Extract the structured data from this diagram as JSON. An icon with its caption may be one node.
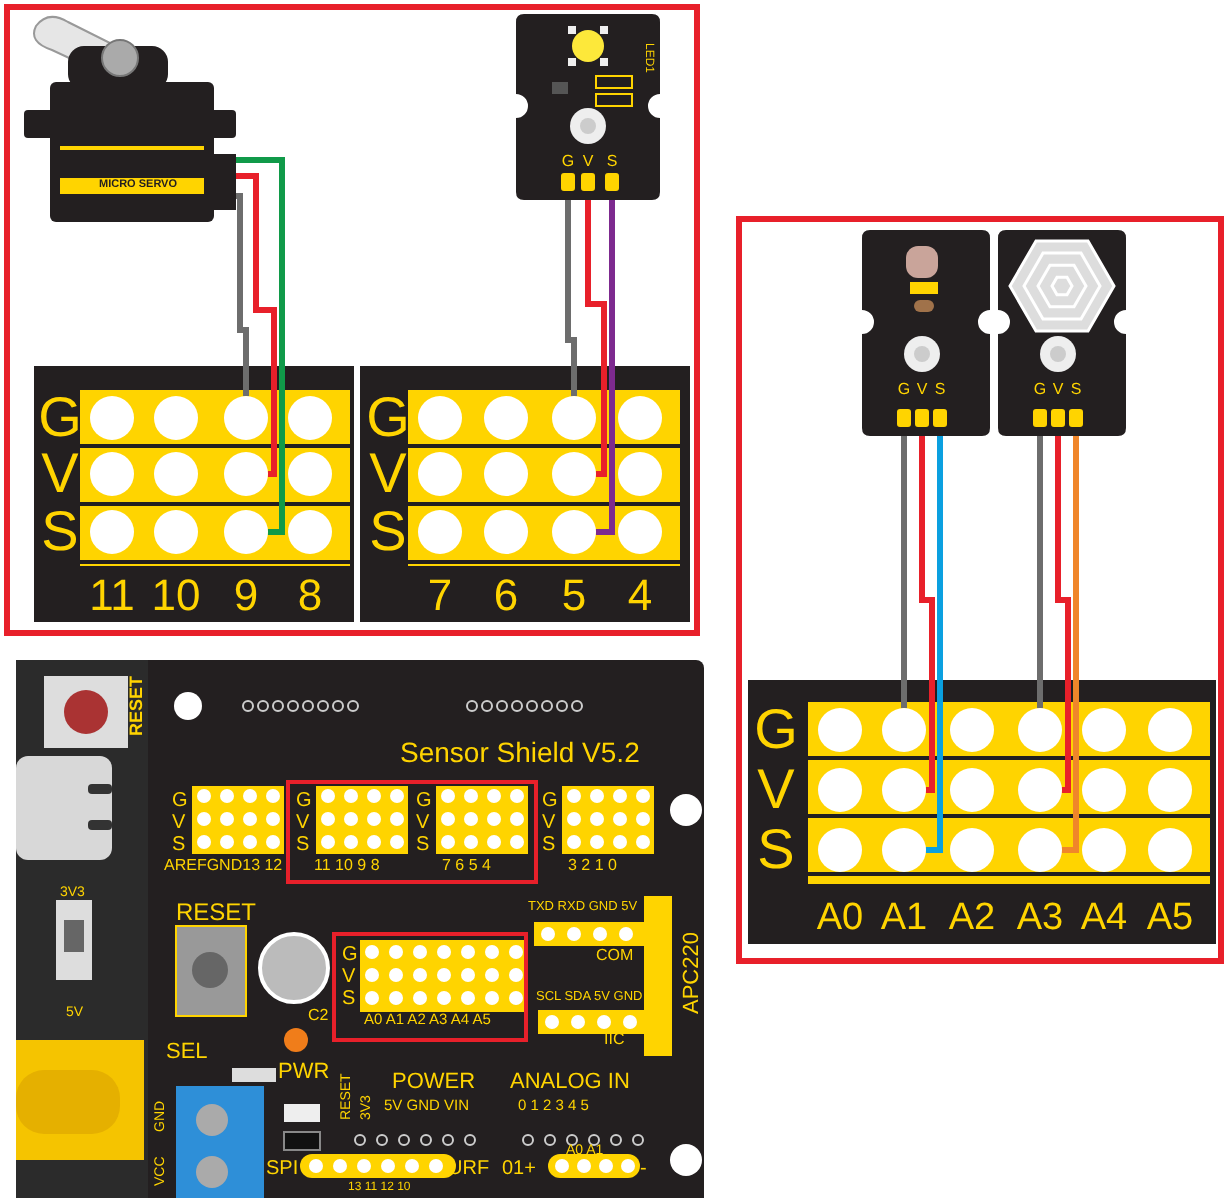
{
  "diagram": {
    "nodes": [
      {
        "text": [
          "MICRO SERVO"
        ]
      },
      {
        "text": [
          "G",
          "V",
          "S",
          "11",
          "10",
          "9",
          "8"
        ]
      },
      {
        "text": [],
        "shape": "circle",
        "in": 1
      },
      {
        "text": [],
        "shape": "circle",
        "in": 1
      },
      {
        "text": [],
        "shape": "circle",
        "in": 1
      },
      {
        "text": [],
        "shape": "circle",
        "in": 1
      },
      {
        "text": [],
        "shape": "circle",
        "in": 1
      },
      {
        "text": [],
        "shape": "circle",
        "in": 1
      },
      {
        "text": [],
        "shape": "circle",
        "in": 1
      },
      {
        "text": [],
        "shape": "circle",
        "in": 1
      },
      {
        "text": [],
        "shape": "circle",
        "in": 1
      },
      {
        "text": [],
        "shape": "circle",
        "in": 1
      },
      {
        "text": [],
        "shape": "circle",
        "in": 1
      },
      {
        "text": [],
        "shape": "circle",
        "in": 1
      },
      {
        "text": [
          "LED1",
          "G",
          "V",
          "S"
        ]
      },
      {
        "text": [
          "G",
          "V",
          "S",
          "7",
          "6",
          "5",
          "4"
        ]
      },
      {
        "text": [],
        "shape": "circle",
        "in": 15
      },
      {
        "text": [],
        "shape": "circle",
        "in": 15
      },
      {
        "text": [],
        "shape": "circle",
        "in": 15
      },
      {
        "text": [],
        "shape": "circle",
        "in": 15
      },
      {
        "text": [],
        "shape": "circle",
        "in": 15
      },
      {
        "text": [],
        "shape": "circle",
        "in": 15
      },
      {
        "text": [],
        "shape": "circle",
        "in": 15
      },
      {
        "text": [],
        "shape": "circle",
        "in": 15
      },
      {
        "text": [],
        "shape": "circle",
        "in": 15
      },
      {
        "text": [],
        "shape": "circle",
        "in": 15
      },
      {
        "text": [],
        "shape": "circle",
        "in": 15
      },
      {
        "text": [],
        "shape": "circle",
        "in": 15
      },
      {
        "text": [
          "G",
          "V",
          "S"
        ]
      },
      {
        "text": [
          "G",
          "V",
          "S"
        ]
      },
      {
        "text": [
          "G",
          "V",
          "S",
          "A0",
          "A1",
          "A2",
          "A3",
          "A4",
          "A5"
        ]
      },
      {
        "text": [],
        "shape": "circle",
        "in": 30
      },
      {
        "text": [],
        "shape": "circle",
        "in": 30
      },
      {
        "text": [],
        "shape": "circle",
        "in": 30
      },
      {
        "text": [],
        "shape": "circle",
        "in": 30
      },
      {
        "text": [],
        "shape": "circle",
        "in": 30
      },
      {
        "text": [],
        "shape": "circle",
        "in": 30
      },
      {
        "text": [],
        "shape": "circle",
        "in": 30
      },
      {
        "text": [],
        "shape": "circle",
        "in": 30
      },
      {
        "text": [],
        "shape": "circle",
        "in": 30
      },
      {
        "text": [],
        "shape": "circle",
        "in": 30
      },
      {
        "text": [],
        "shape": "circle",
        "in": 30
      },
      {
        "text": [],
        "shape": "circle",
        "in": 30
      },
      {
        "text": [],
        "shape": "circle",
        "in": 30
      },
      {
        "text": [],
        "shape": "circle",
        "in": 30
      },
      {
        "text": [],
        "shape": "circle",
        "in": 30
      },
      {
        "text": [],
        "shape": "circle",
        "in": 30
      },
      {
        "text": [],
        "shape": "circle",
        "in": 30
      },
      {
        "text": [],
        "shape": "circle",
        "in": 30
      }
    ],
    "edges": [
      {
        "from": 0,
        "to": 4,
        "arrow": "none",
        "color": "#6d6d6d"
      },
      {
        "from": 0,
        "to": 8,
        "arrow": "none",
        "color": "#e8202a"
      },
      {
        "from": 0,
        "to": 12,
        "arrow": "none",
        "color": "#109a49"
      },
      {
        "from": 14,
        "to": 18,
        "arrow": "none",
        "color": "#6d6d6d"
      },
      {
        "from": 14,
        "to": 22,
        "arrow": "none",
        "color": "#e8202a"
      },
      {
        "from": 14,
        "to": 26,
        "arrow": "none",
        "color": "#7d2a8f"
      },
      {
        "from": 28,
        "to": 32,
        "arrow": "none",
        "color": "#6d6d6d"
      },
      {
        "from": 28,
        "to": 38,
        "arrow": "none",
        "color": "#e8202a"
      },
      {
        "from": 28,
        "to": 44,
        "arrow": "none",
        "color": "#0aa0e0"
      },
      {
        "from": 29,
        "to": 34,
        "arrow": "none",
        "color": "#6d6d6d"
      },
      {
        "from": 29,
        "to": 40,
        "arrow": "none",
        "color": "#e8202a"
      },
      {
        "from": 29,
        "to": 46,
        "arrow": "none",
        "color": "#f0862a"
      }
    ],
    "labels": [
      "RESET",
      "Sensor Shield V5.2",
      "G",
      "V",
      "S",
      "G",
      "V",
      "S",
      "G",
      "V",
      "S",
      "G",
      "V",
      "S",
      "AREFGND13 12",
      "11 10 9 8",
      "7 6 5 4",
      "3 2 1 0",
      "3V3",
      "5V",
      "RESET",
      "TXD RXD GND 5V",
      "COM",
      "APC220",
      "C2",
      "G",
      "V",
      "S",
      "A0 A1 A2 A3 A4 A5",
      "SCL SDA 5V GND",
      "IIC",
      "SEL",
      "PWR",
      "GND",
      "VCC",
      "RESET",
      "3V3",
      "5V GND VIN",
      "POWER",
      "ANALOG IN",
      "0 1 2 3 4 5",
      "A0 A1",
      "SPI",
      "URF",
      "01+",
      "-",
      "13 11 12 10"
    ]
  }
}
